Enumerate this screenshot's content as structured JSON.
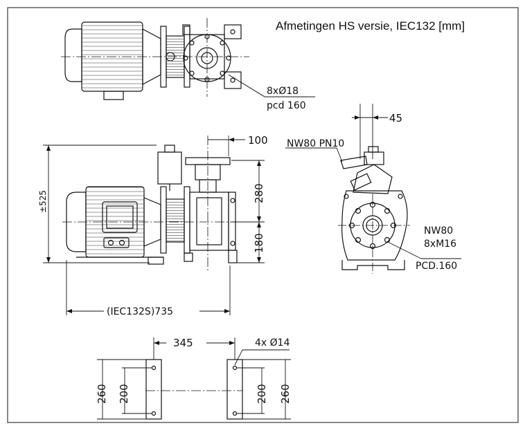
{
  "title": "Afmetingen HS versie, IEC132 [mm]",
  "top_view": {
    "holes_label": "8xØ18",
    "pcd_label": "pcd 160"
  },
  "side_view": {
    "dim_offset": "100",
    "dim_height_total": "±525",
    "dim_upper": "280",
    "dim_lower": "180",
    "dim_length": "(IEC132S)735"
  },
  "end_view": {
    "dim_offset": "45",
    "inlet_label": "NW80 PN10",
    "outlet_size": "NW80",
    "outlet_bolts": "8xM16",
    "outlet_pcd": "PCD.160"
  },
  "foot_plan": {
    "dim_spacing": "345",
    "holes_label": "4x Ø14",
    "left_outer": "260",
    "left_inner": "200",
    "right_inner": "200",
    "right_outer": "260"
  },
  "colors": {
    "line": "#111111",
    "background": "#ffffff"
  }
}
